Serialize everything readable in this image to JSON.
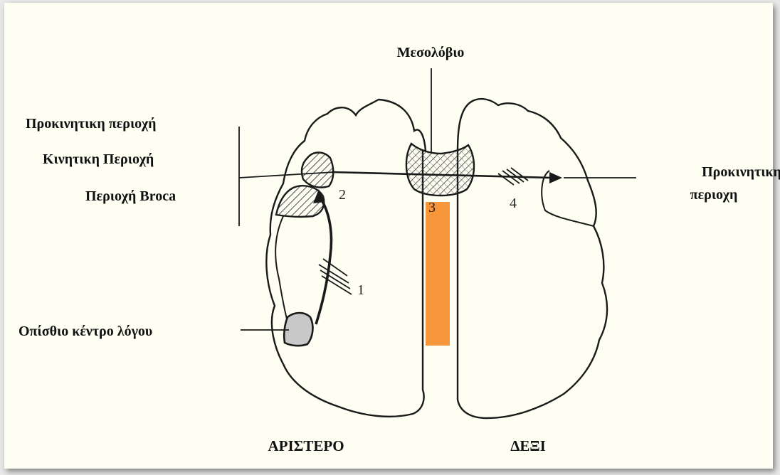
{
  "labels": {
    "top": "Μεσολόβιο",
    "premotor_left": "Προκινητικη περιοχή",
    "motor": "Κινητικη Περιοχή",
    "broca": "Περιοχή Broca",
    "posterior": "Οπίσθιο κέντρο λόγου",
    "premotor_right_line1": "Προκινητικη",
    "premotor_right_line2": "περιοχη"
  },
  "sides": {
    "left": "ΑΡΙΣΤΕΡΟ",
    "right": "ΔΕΞΙ"
  },
  "numbers": [
    "1",
    "2",
    "3",
    "4"
  ],
  "colors": {
    "corpus_callosum_fill": "#f7963a",
    "posterior_area_fill": "#c8c8c8",
    "line": "#1a1a1a"
  }
}
